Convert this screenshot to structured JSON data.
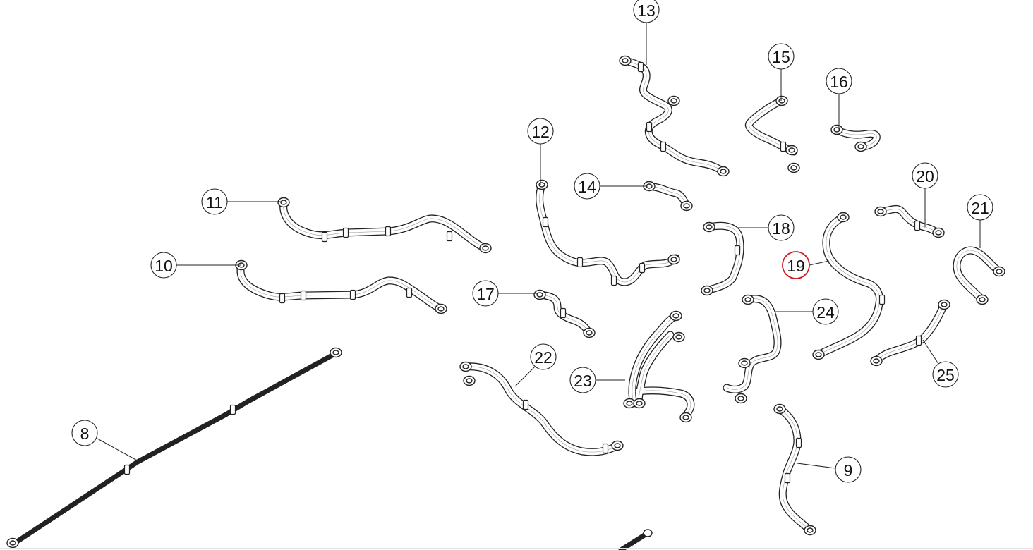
{
  "diagram": {
    "selected_callout": "19",
    "highlight_color": "#d0191d",
    "line_color": "#222222",
    "callouts": [
      {
        "label": "8"
      },
      {
        "label": "9"
      },
      {
        "label": "10"
      },
      {
        "label": "11"
      },
      {
        "label": "12"
      },
      {
        "label": "13"
      },
      {
        "label": "14"
      },
      {
        "label": "15"
      },
      {
        "label": "16"
      },
      {
        "label": "17"
      },
      {
        "label": "18"
      },
      {
        "label": "19"
      },
      {
        "label": "20"
      },
      {
        "label": "21"
      },
      {
        "label": "22"
      },
      {
        "label": "23"
      },
      {
        "label": "24"
      },
      {
        "label": "25"
      }
    ]
  }
}
